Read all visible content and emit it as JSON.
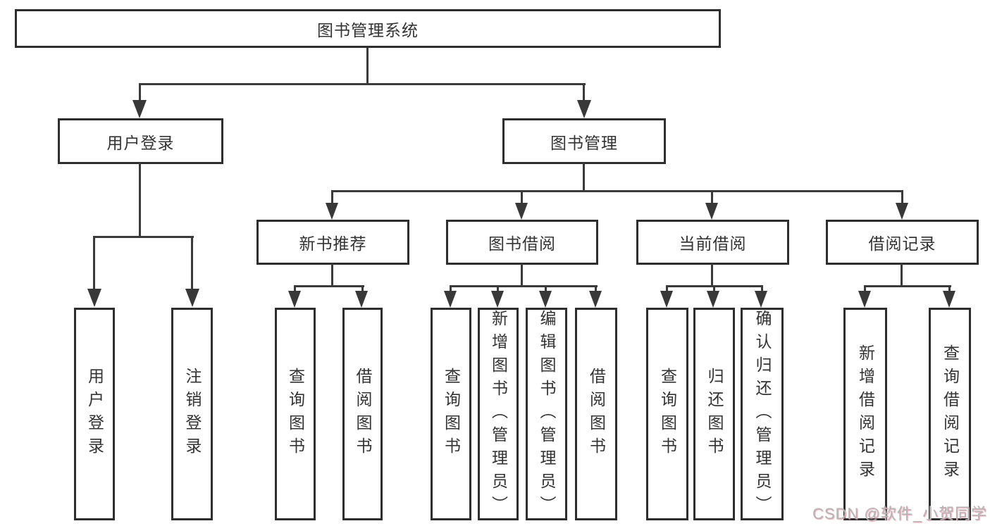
{
  "tree": {
    "root": {
      "label": "图书管理系统"
    },
    "branches": [
      {
        "label": "用户登录",
        "leaves": [
          {
            "label": "用户登录"
          },
          {
            "label": "注销登录"
          }
        ]
      },
      {
        "label": "图书管理",
        "children": [
          {
            "label": "新书推荐",
            "leaves": [
              {
                "label": "查询图书"
              },
              {
                "label": "借阅图书"
              }
            ]
          },
          {
            "label": "图书借阅",
            "leaves": [
              {
                "label": "查询图书"
              },
              {
                "label": "新增图书（管理员）"
              },
              {
                "label": "编辑图书（管理员）"
              },
              {
                "label": "借阅图书"
              }
            ]
          },
          {
            "label": "当前借阅",
            "leaves": [
              {
                "label": "查询图书"
              },
              {
                "label": "归还图书"
              },
              {
                "label": "确认归还（管理员）"
              }
            ]
          },
          {
            "label": "借阅记录",
            "leaves": [
              {
                "label": "新增借阅记录"
              },
              {
                "label": "查询借阅记录"
              }
            ]
          }
        ]
      }
    ]
  },
  "watermark": {
    "text": "CSDN @软件_小贺同学"
  },
  "colors": {
    "background": "#ffffff",
    "box_border": "#2e2e2e",
    "connector_line": "#3a3a3a",
    "text": "#333333",
    "watermark_gray": "#b6b6b6",
    "watermark_pink": "#e894a4"
  }
}
